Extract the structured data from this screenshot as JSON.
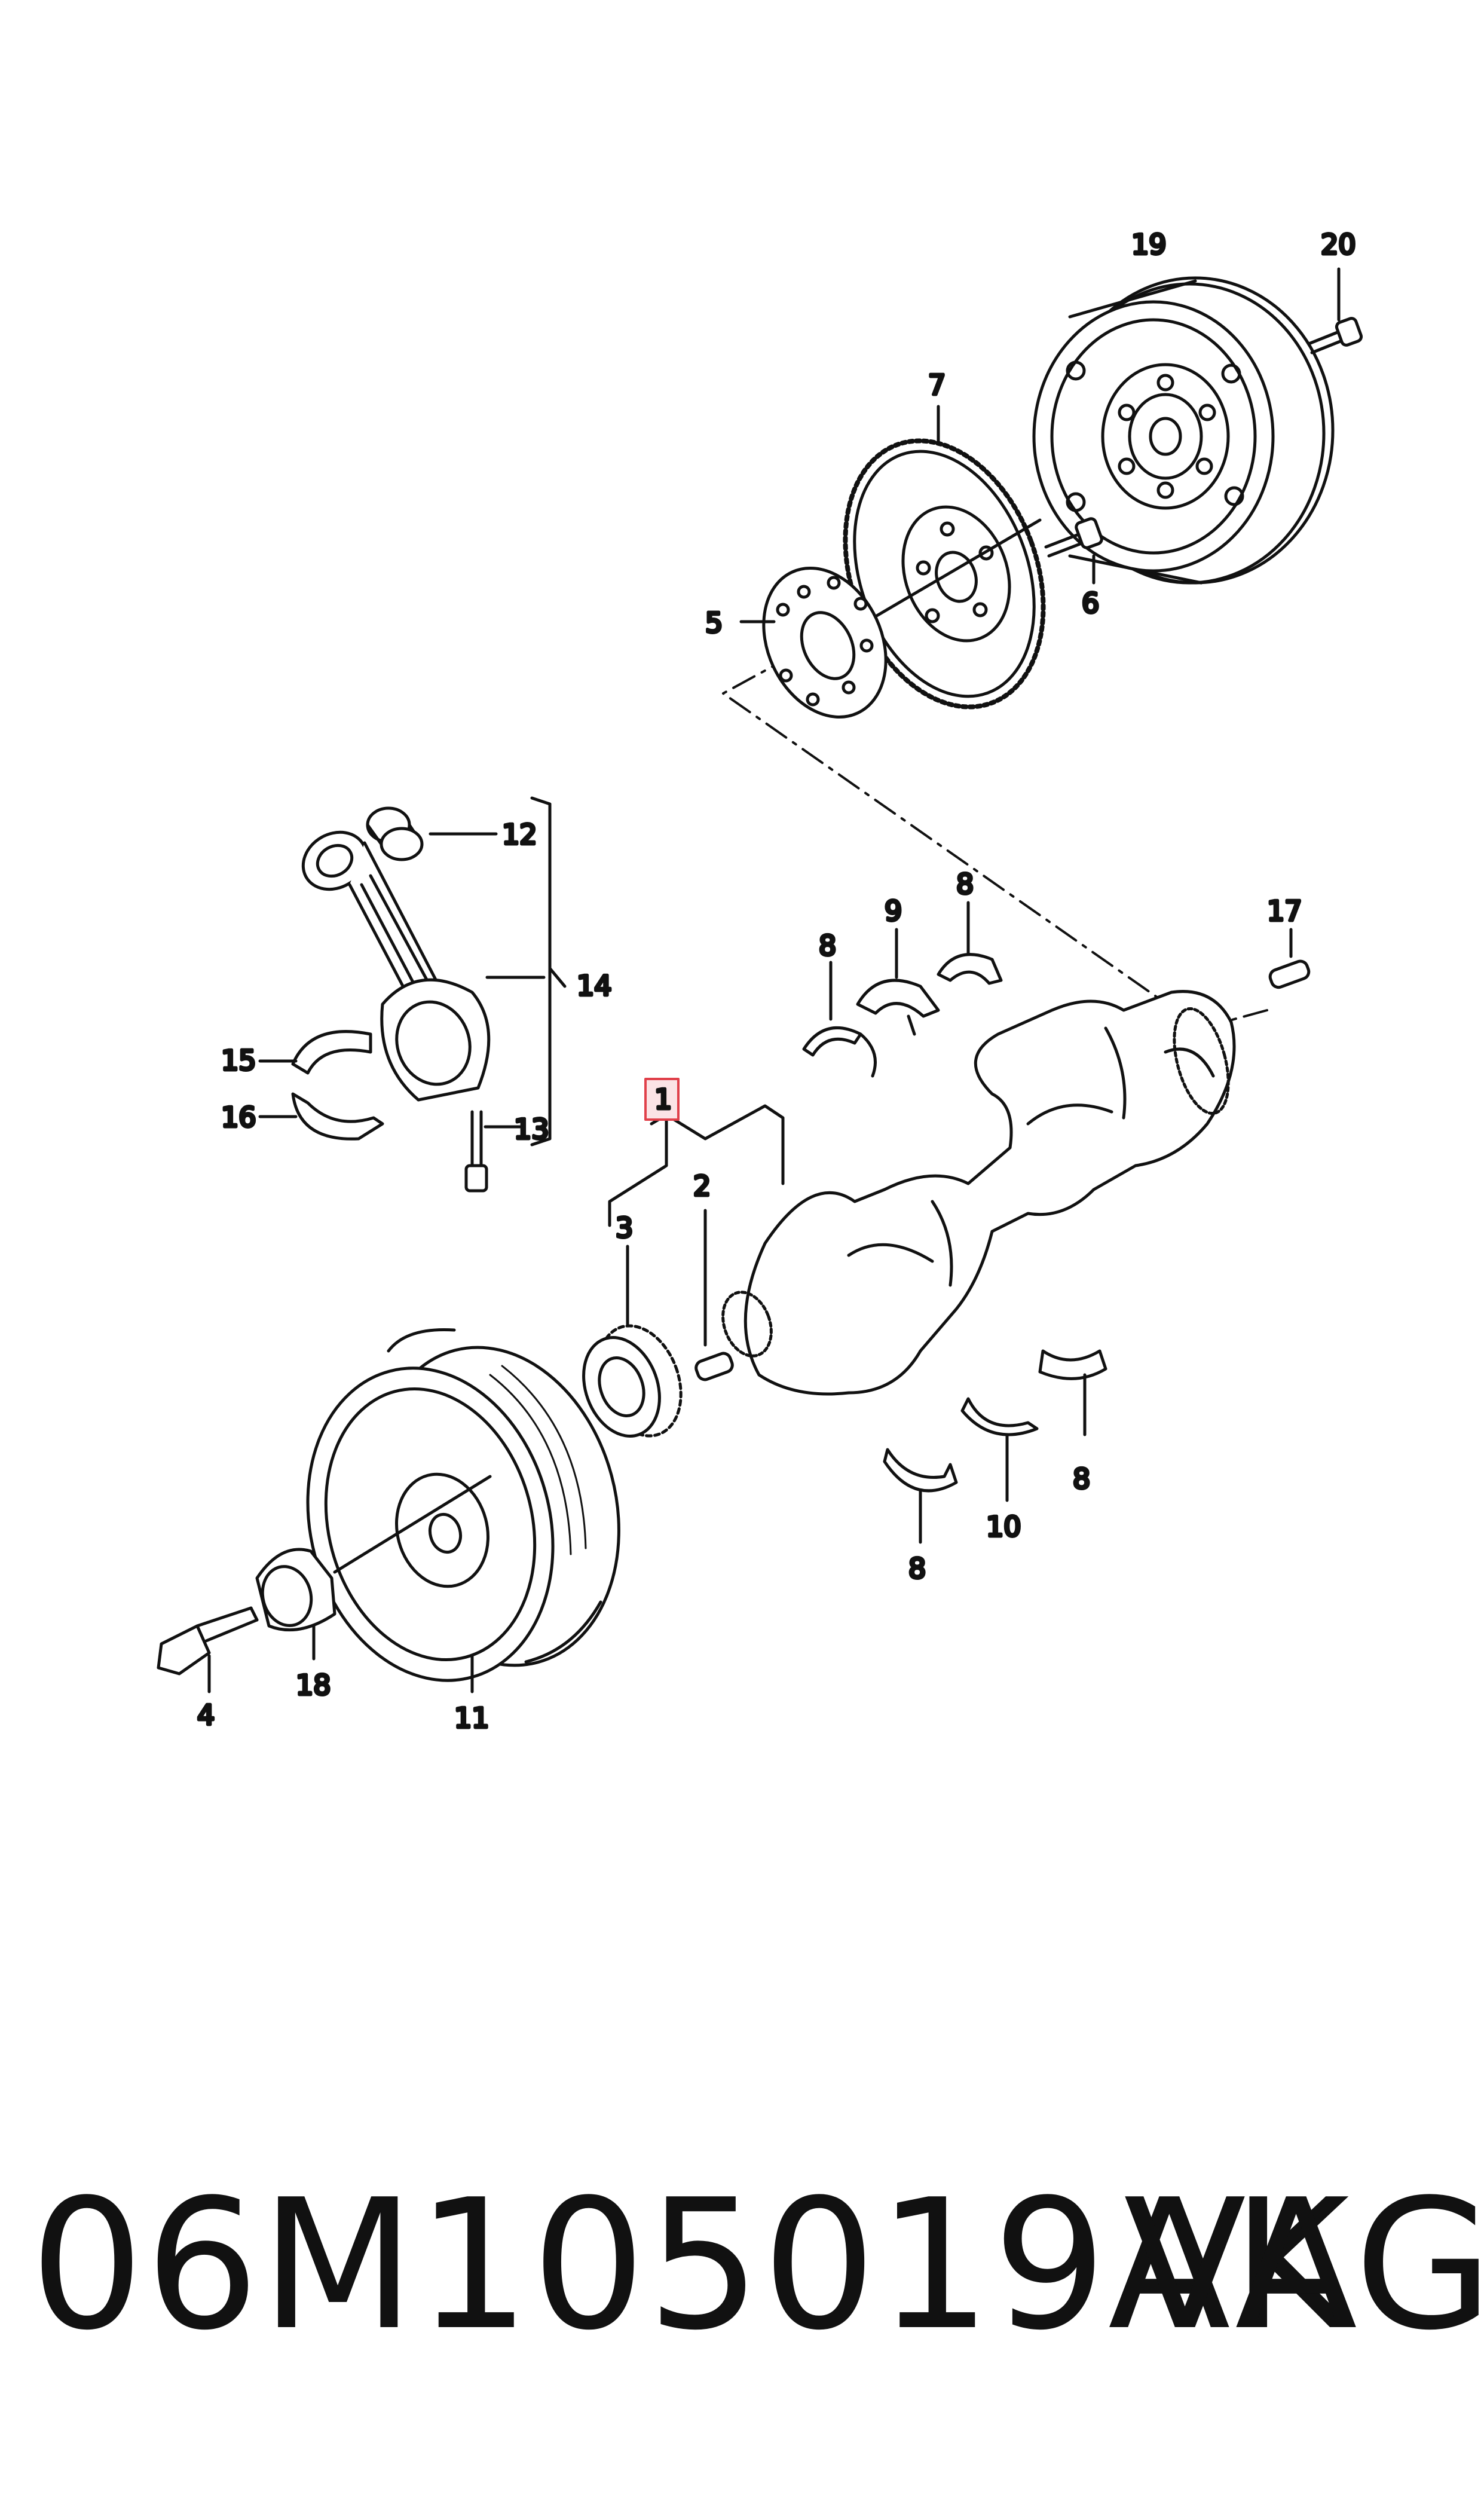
{
  "callouts": {
    "c1": "1",
    "c2": "2",
    "c3": "3",
    "c4": "4",
    "c5": "5",
    "c6": "6",
    "c7": "7",
    "c8a": "8",
    "c8b": "8",
    "c8c": "8",
    "c8d": "8",
    "c9": "9",
    "c10": "10",
    "c11": "11",
    "c12": "12",
    "c13": "13",
    "c14": "14",
    "c15": "15",
    "c16": "16",
    "c17": "17",
    "c18": "18",
    "c19": "19",
    "c20": "20"
  },
  "highlight_color": "#e0404a",
  "part_number": "06M105019AK",
  "brand": "VAG"
}
